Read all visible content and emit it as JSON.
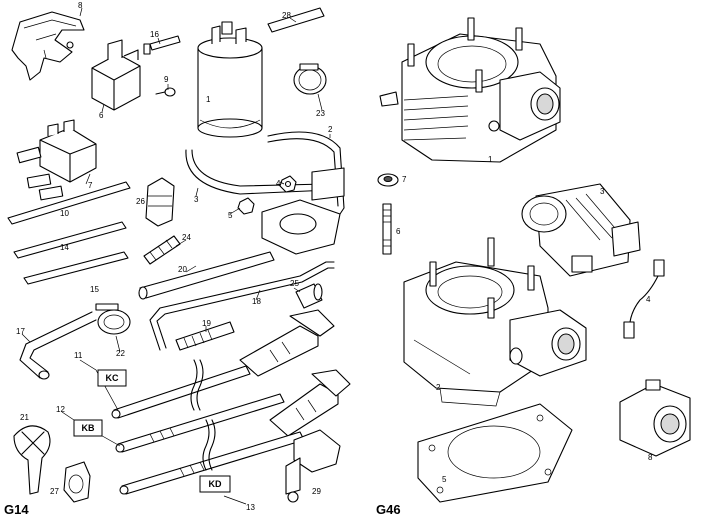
{
  "panels": {
    "left": {
      "code": "G14",
      "callouts": [
        "1",
        "2",
        "3",
        "4",
        "5",
        "6",
        "7",
        "8",
        "9",
        "10",
        "11",
        "12",
        "13",
        "14",
        "15",
        "16",
        "17",
        "18",
        "19",
        "20",
        "21",
        "22",
        "23",
        "24",
        "25",
        "26",
        "27",
        "28",
        "29"
      ],
      "hose_tags": [
        "KC",
        "KB",
        "KD"
      ]
    },
    "right": {
      "code": "G46",
      "callouts": [
        "1",
        "2",
        "3",
        "4",
        "5",
        "6",
        "7",
        "8"
      ]
    }
  }
}
